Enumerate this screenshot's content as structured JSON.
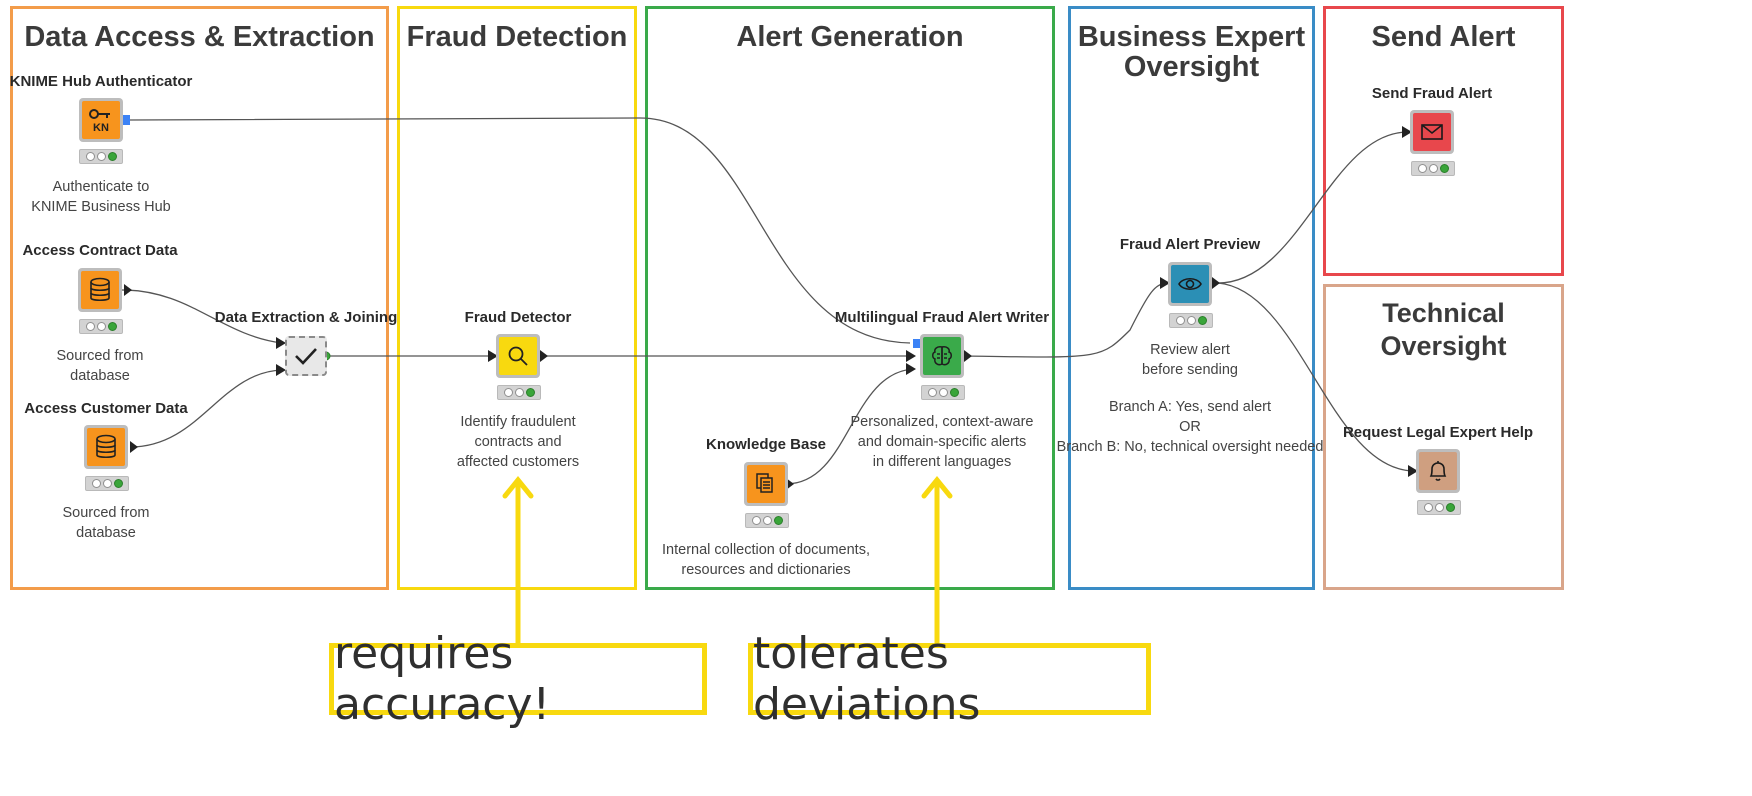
{
  "sections": {
    "data_access": {
      "title": "Data Access & Extraction",
      "color": "#f39c4a"
    },
    "fraud_detection": {
      "title": "Fraud Detection",
      "color": "#f8d90f"
    },
    "alert_generation": {
      "title": "Alert Generation",
      "color": "#3aaa4a"
    },
    "business_oversight": {
      "title_line1": "Business Expert",
      "title_line2": "Oversight",
      "color": "#3a8cc6"
    },
    "send_alert": {
      "title": "Send Alert",
      "color": "#e8474c"
    },
    "technical_oversight": {
      "title": "Technical Oversight",
      "color": "#d9a58a"
    }
  },
  "nodes": {
    "hub_auth": {
      "label": "KNIME Hub Authenticator",
      "desc1": "Authenticate to",
      "desc2": "KNIME Business Hub",
      "icon": "key-kn-icon",
      "color": "#f7941d",
      "icon_text": "KN"
    },
    "access_contract": {
      "label": "Access Contract Data",
      "desc1": "Sourced from",
      "desc2": "database",
      "icon": "database-icon",
      "color": "#f7941d"
    },
    "access_customer": {
      "label": "Access Customer Data",
      "desc1": "Sourced from",
      "desc2": "database",
      "icon": "database-icon",
      "color": "#f7941d"
    },
    "extraction_joining": {
      "label": "Data Extraction & Joining",
      "icon": "checkmark-icon"
    },
    "fraud_detector": {
      "label": "Fraud Detector",
      "desc1": "Identify fraudulent",
      "desc2": "contracts and",
      "desc3": "affected customers",
      "icon": "magnifier-icon",
      "color": "#f8d90f"
    },
    "knowledge_base": {
      "label": "Knowledge Base",
      "desc1": "Internal collection of documents,",
      "desc2": "resources and dictionaries",
      "icon": "documents-icon",
      "color": "#f7941d"
    },
    "alert_writer": {
      "label": "Multilingual Fraud Alert Writer",
      "desc1": "Personalized, context-aware",
      "desc2": "and domain-specific alerts",
      "desc3": "in different languages",
      "icon": "brain-icon",
      "color": "#3aaa4a"
    },
    "alert_preview": {
      "label": "Fraud Alert Preview",
      "desc1": "Review alert",
      "desc2": "before sending",
      "desc3": "Branch A: Yes, send alert",
      "desc4": "OR",
      "desc5": "Branch B: No, technical oversight needed",
      "icon": "eye-icon",
      "color": "#2b8fb5"
    },
    "send_fraud_alert": {
      "label": "Send Fraud Alert",
      "icon": "envelope-icon",
      "color": "#e8474c"
    },
    "legal_help": {
      "label": "Request Legal Expert Help",
      "icon": "bell-icon",
      "color": "#cf9f80"
    }
  },
  "callouts": {
    "accuracy": "requires accuracy!",
    "deviations": "tolerates deviations"
  },
  "colors": {
    "connector": "#555555",
    "port_blue": "#3b82f6",
    "callout": "#f8d90f"
  }
}
